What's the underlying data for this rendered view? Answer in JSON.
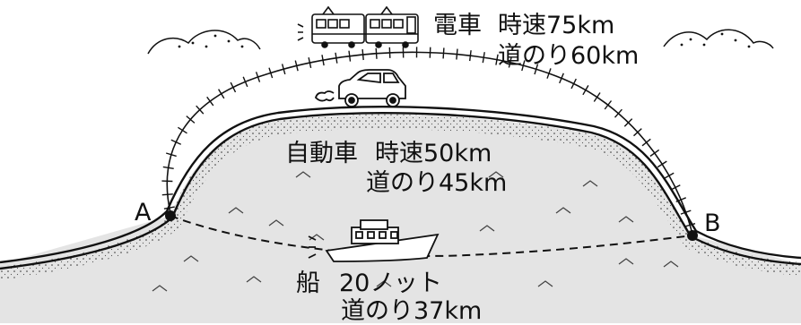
{
  "points": {
    "a": "A",
    "b": "B"
  },
  "routes": {
    "train": {
      "vehicle": "電車",
      "speed": "時速75km",
      "distance": "道のり60km"
    },
    "car": {
      "vehicle": "自動車",
      "speed": "時速50km",
      "distance": "道のり45km"
    },
    "boat": {
      "vehicle": "船",
      "speed": "20ノット",
      "distance": "道のり37km"
    }
  },
  "colors": {
    "ink": "#111111",
    "water": "#e4e4e4",
    "shore": "#ffffff"
  },
  "icons": {
    "train": "train-icon",
    "car": "car-icon",
    "boat": "boat-icon",
    "hills": "hill-icon"
  }
}
